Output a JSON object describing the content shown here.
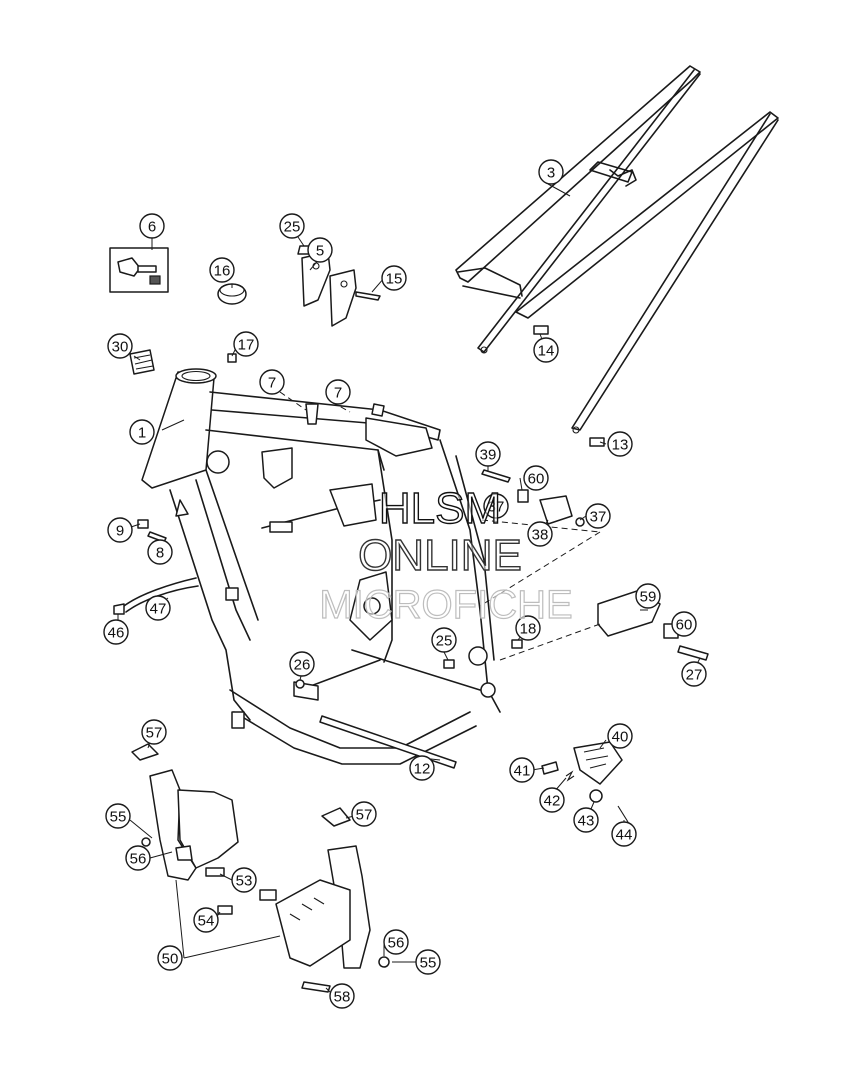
{
  "diagram": {
    "callouts": [
      {
        "label": "1"
      },
      {
        "label": "3"
      },
      {
        "label": "5"
      },
      {
        "label": "6"
      },
      {
        "label": "7"
      },
      {
        "label": "7"
      },
      {
        "label": "8"
      },
      {
        "label": "9"
      },
      {
        "label": "12"
      },
      {
        "label": "13"
      },
      {
        "label": "14"
      },
      {
        "label": "15"
      },
      {
        "label": "16"
      },
      {
        "label": "17"
      },
      {
        "label": "18"
      },
      {
        "label": "25"
      },
      {
        "label": "25"
      },
      {
        "label": "26"
      },
      {
        "label": "27"
      },
      {
        "label": "30"
      },
      {
        "label": "37"
      },
      {
        "label": "37"
      },
      {
        "label": "38"
      },
      {
        "label": "39"
      },
      {
        "label": "40"
      },
      {
        "label": "41"
      },
      {
        "label": "42"
      },
      {
        "label": "43"
      },
      {
        "label": "44"
      },
      {
        "label": "46"
      },
      {
        "label": "47"
      },
      {
        "label": "50"
      },
      {
        "label": "53"
      },
      {
        "label": "54"
      },
      {
        "label": "55"
      },
      {
        "label": "55"
      },
      {
        "label": "56"
      },
      {
        "label": "56"
      },
      {
        "label": "57"
      },
      {
        "label": "57"
      },
      {
        "label": "58"
      },
      {
        "label": "59"
      },
      {
        "label": "60"
      },
      {
        "label": "60"
      }
    ]
  },
  "watermark": {
    "line1": "HLSM",
    "line2": "ONLINE",
    "line3": "MICROFICHE"
  }
}
